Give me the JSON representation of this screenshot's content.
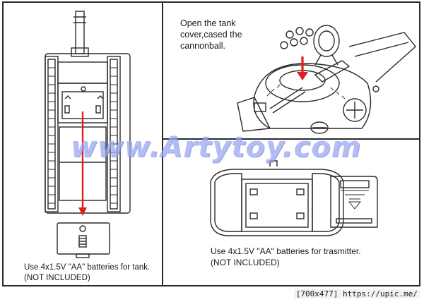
{
  "panels": {
    "tank_bottom": {
      "caption": "Use 4x1.5V \"AA\" batteries for tank.\n(NOT INCLUDED)"
    },
    "cannon": {
      "caption": "Open the tank\ncover,cased the\ncannonball."
    },
    "transmitter": {
      "caption": "Use 4x1.5V \"AA\" batteries for trasmitter.\n(NOT INCLUDED)"
    }
  },
  "watermark": "www.Artytoy.com",
  "footer": "[700x477] https://upic.me/",
  "colors": {
    "arrow": "#e02020",
    "line_art": "#2a2a2a",
    "watermark": "#9aa8ef"
  }
}
